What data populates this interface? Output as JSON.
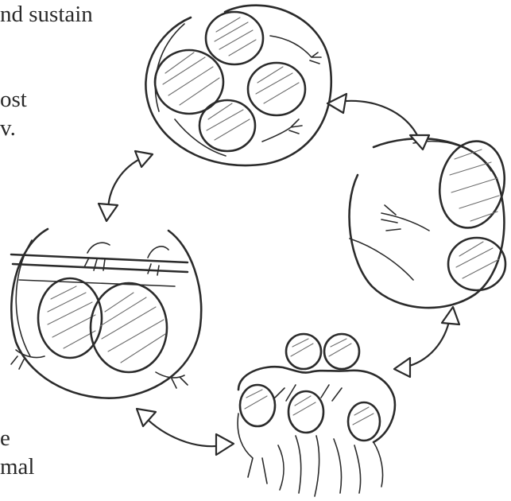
{
  "text_fragments": {
    "line1": "nd sustain",
    "line2": "ost",
    "line3": "v.",
    "line4": "e",
    "line5": "mal"
  },
  "colors": {
    "ink": "#2b2b2b",
    "text": "#2a2a2a",
    "background": "#ffffff"
  },
  "illustration": {
    "figures": [
      "circle-four-heads-top",
      "circle-two-heads-right",
      "group-linked-figures-bottom",
      "circle-holding-bar-left"
    ],
    "connectors": [
      "double-arrow-top-right",
      "double-arrow-right-bottom",
      "double-arrow-bottom-left",
      "double-arrow-left-top"
    ]
  }
}
